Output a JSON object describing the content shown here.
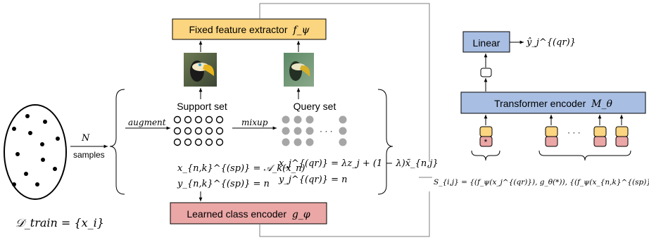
{
  "dataset": {
    "label": "𝒟_train = {x_i}"
  },
  "sampling": {
    "count": "N",
    "word": "samples"
  },
  "feature_extractor": {
    "label": "Fixed feature extractor",
    "symbol": "f_ψ",
    "color": "#fbd57f"
  },
  "support_set": {
    "title": "Support set",
    "formula_x": "x_{n,k}^{(sp)} = 𝒜_k(x_n)",
    "formula_y": "y_{n,k}^{(sp)} = n"
  },
  "query_set": {
    "title": "Query set",
    "formula_x": "x_j^{(qr)} = λz_j + (1 − λ)x̃_{n,j}",
    "formula_y": "y_j^{(qr)} = n",
    "ellipsis": "· · ·"
  },
  "operations": {
    "augment": "augment",
    "mixup": "mixup"
  },
  "class_encoder": {
    "label": "Learned class encoder",
    "symbol": "g_φ",
    "color": "#eba6a6"
  },
  "transformer": {
    "label": "Transformer encoder",
    "symbol": "M_θ",
    "color": "#a8bee3"
  },
  "linear": {
    "label": "Linear",
    "output": "ŷ_j^{(qr)}",
    "color": "#a8bee3"
  },
  "tokens": {
    "star": "*",
    "ellipsis": "· · ·",
    "top_color": "#fbd57f",
    "bottom_color": "#eba6a6"
  },
  "sequence_formula": "S_{i,j} = {(f_ψ(x_j^{(qr)}), g_θ(*)), {(f_ψ(x_{n,k}^{(sp)}), g_φ(y_{n,k}^{(sp)}))}_{n,k}}"
}
